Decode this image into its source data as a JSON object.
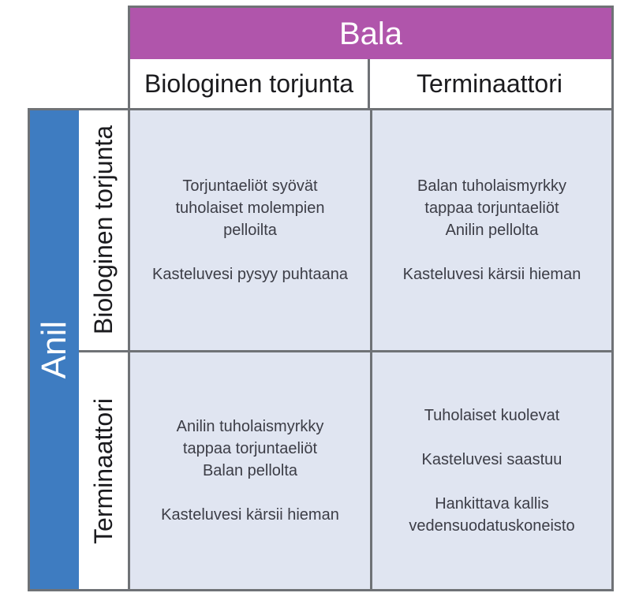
{
  "players": {
    "column_player": "Bala",
    "row_player": "Anil"
  },
  "column_headers": [
    "Biologinen torjunta",
    "Terminaattori"
  ],
  "row_headers": [
    "Biologinen torjunta",
    "Terminaattori"
  ],
  "cells": {
    "top_left": {
      "paragraphs": [
        [
          "Torjuntaeliöt syövät",
          "tuholaiset molempien",
          "pelloilta"
        ],
        [
          "Kasteluvesi pysyy puhtaana"
        ]
      ]
    },
    "top_right": {
      "paragraphs": [
        [
          "Balan tuholaismyrkky",
          "tappaa torjuntaeliöt",
          "Anilin pellolta"
        ],
        [
          "Kasteluvesi kärsii hieman"
        ]
      ]
    },
    "bottom_left": {
      "paragraphs": [
        [
          "Anilin tuholaismyrkky",
          "tappaa torjuntaeliöt",
          "Balan pellolta"
        ],
        [
          "Kasteluvesi kärsii hieman"
        ]
      ]
    },
    "bottom_right": {
      "paragraphs": [
        [
          "Tuholaiset kuolevat"
        ],
        [
          "Kasteluvesi saastuu"
        ],
        [
          "Hankittava kallis",
          "vedensuodatuskoneisto"
        ]
      ]
    }
  },
  "colors": {
    "column_player_bg": "#b055ab",
    "row_player_bg": "#3e7cc1",
    "cell_bg": "#e0e5f1",
    "grid_border": "#6f7276",
    "header_text": "#1b1b1e",
    "cell_text": "#3c3d46",
    "player_text": "#ffffff"
  }
}
